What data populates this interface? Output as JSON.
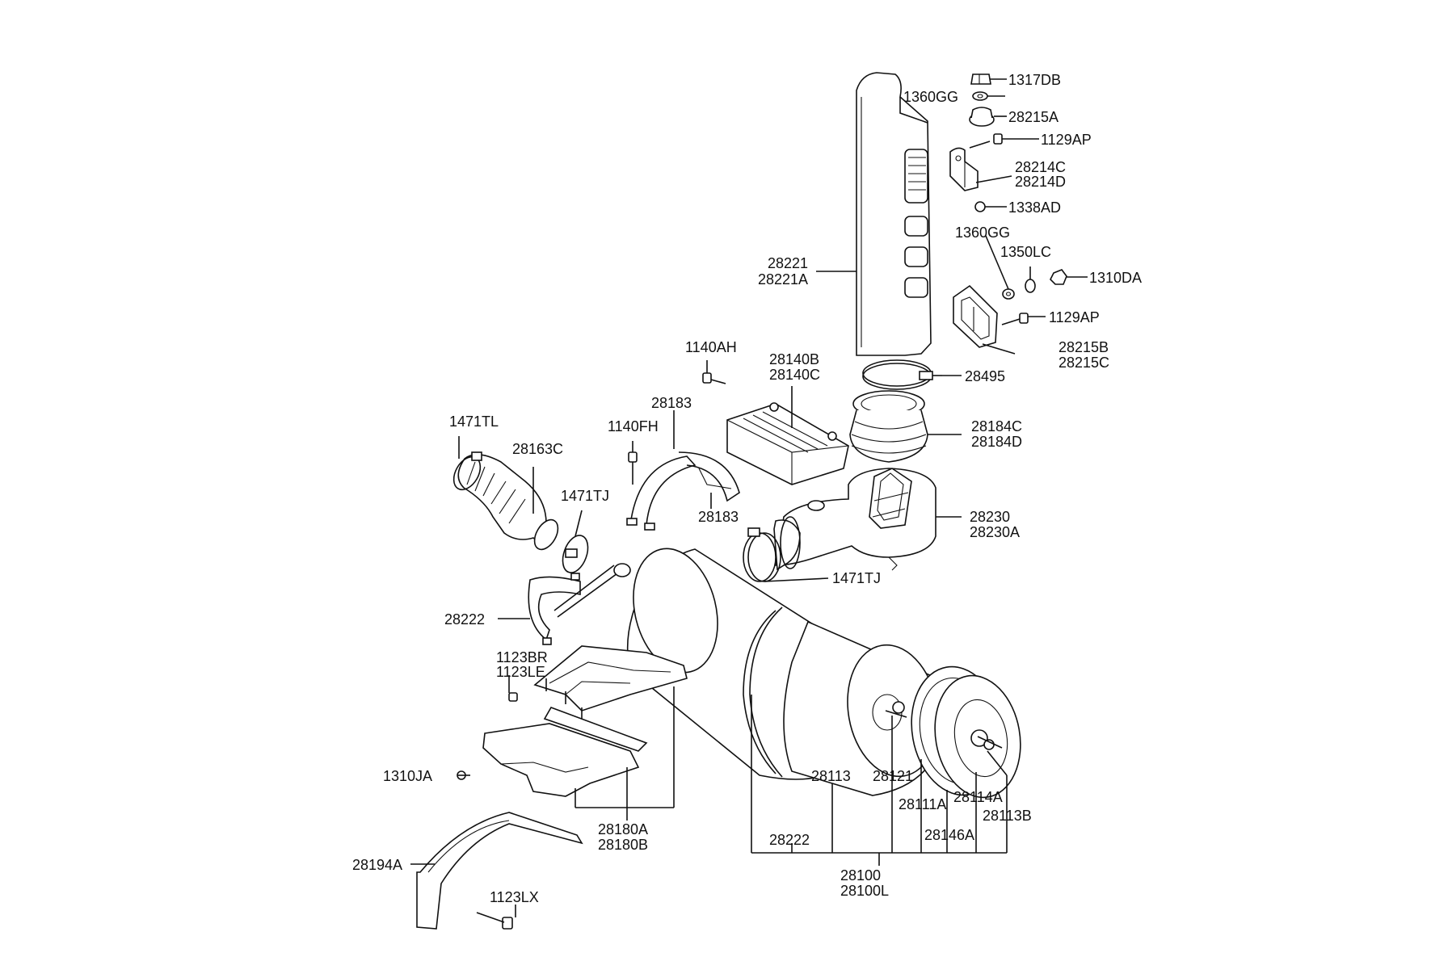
{
  "diagram": {
    "labels": {
      "p1317DB": "1317DB",
      "p1360GG_a": "1360GG",
      "p28215A": "28215A",
      "p1129AP_a": "1129AP",
      "p28214C": "28214C",
      "p28214D": "28214D",
      "p1338AD": "1338AD",
      "p1360GG_b": "1360GG",
      "p1350LC": "1350LC",
      "p1310DA": "1310DA",
      "p28221": "28221",
      "p28221A": "28221A",
      "p1129AP_b": "1129AP",
      "p28215B": "28215B",
      "p28215C": "28215C",
      "p1140AH": "1140AH",
      "p28140B": "28140B",
      "p28140C": "28140C",
      "p28495": "28495",
      "p28183_a": "28183",
      "p1140FH": "1140FH",
      "p1471TL": "1471TL",
      "p28163C": "28163C",
      "p28184C": "28184C",
      "p28184D": "28184D",
      "p1471TJ_a": "1471TJ",
      "p28183_b": "28183",
      "p28230": "28230",
      "p28230A": "28230A",
      "p1471TJ_b": "1471TJ",
      "p28222_a": "28222",
      "p1123BR": "1123BR",
      "p1123LE": "1123LE",
      "p1310JA": "1310JA",
      "p28113": "28113",
      "p28121": "28121",
      "p28111A": "28111A",
      "p28114A": "28114A",
      "p28113B": "28113B",
      "p28146A": "28146A",
      "p28180A": "28180A",
      "p28180B": "28180B",
      "p28222_b": "28222",
      "p28100": "28100",
      "p28100L": "28100L",
      "p28194A": "28194A",
      "p1123LX": "1123LX"
    }
  }
}
